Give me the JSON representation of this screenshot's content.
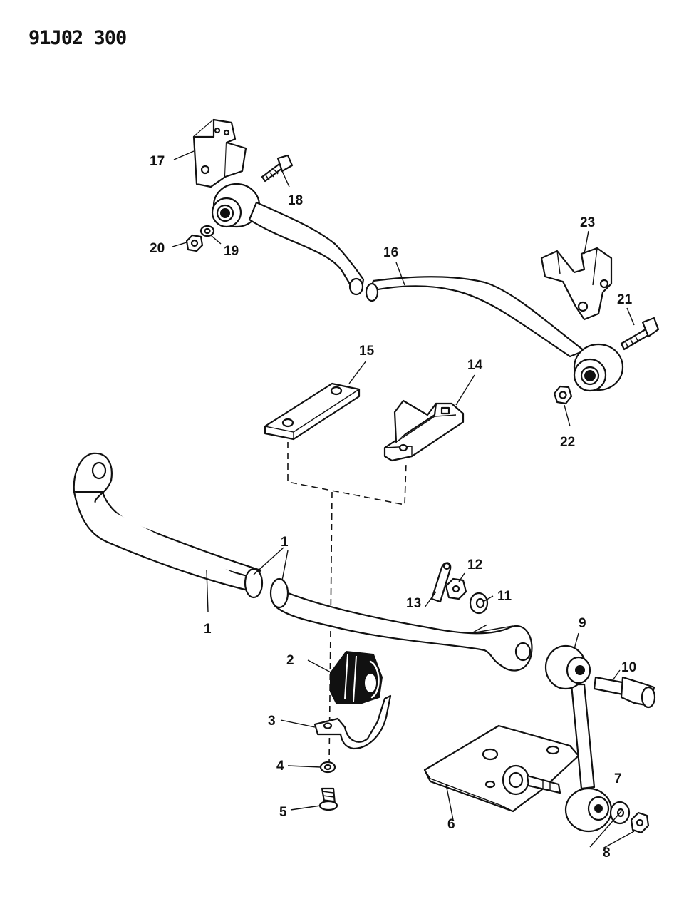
{
  "drawing_code": "91J02 300",
  "callouts": {
    "c1a": "1",
    "c1b": "1",
    "c2": "2",
    "c3": "3",
    "c4": "4",
    "c5": "5",
    "c6": "6",
    "c7": "7",
    "c8": "8",
    "c9": "9",
    "c10": "10",
    "c11": "11",
    "c12": "12",
    "c13": "13",
    "c14": "14",
    "c15": "15",
    "c16": "16",
    "c17": "17",
    "c18": "18",
    "c19": "19",
    "c20": "20",
    "c21": "21",
    "c22": "22",
    "c23": "23"
  }
}
